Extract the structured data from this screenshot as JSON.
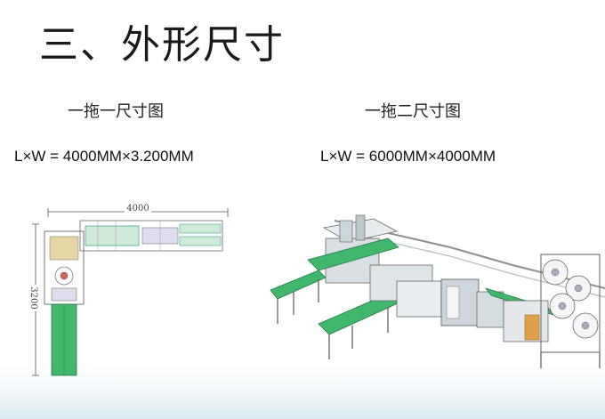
{
  "slide": {
    "title": "三、外形尺寸",
    "left": {
      "subtitle": "一拖一尺寸图",
      "dimensions": "L×W = 4000MM×3.200MM",
      "drawing_width_label": "4000",
      "drawing_height_label": "3200"
    },
    "right": {
      "subtitle": "一拖二尺寸图",
      "dimensions": "L×W = 6000MM×4000MM"
    }
  },
  "colors": {
    "conveyor_green": "#3fb86b",
    "frame_gray": "#9aa3a8",
    "accent_orange": "#e0a04a",
    "line_dark": "#333333"
  }
}
